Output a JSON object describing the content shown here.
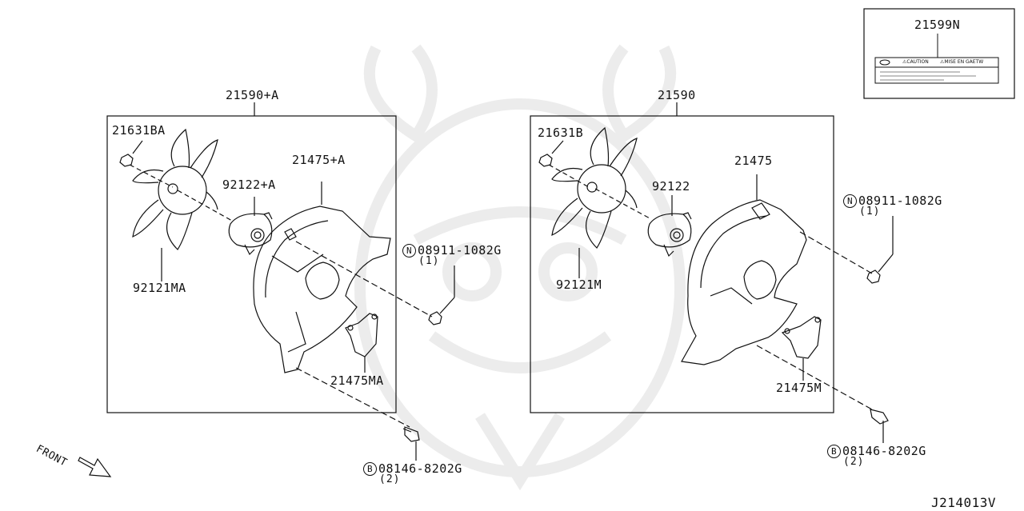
{
  "diagram_code": "J214013V",
  "front_label": "FRONT",
  "sticker": {
    "part": "21599N",
    "caution_text": "⚠CAUTION",
    "mise_text": "⚠MISE EN GAETW"
  },
  "left_assembly": {
    "assembly": "21590+A",
    "nut": "21631BA",
    "fan": "92121MA",
    "motor": "92122+A",
    "shroud": "21475+A",
    "shroud_sub": "21475MA",
    "nut_ref": {
      "prefix": "N",
      "code": "08911-1082G",
      "qty": "(1)"
    },
    "bolt_ref": {
      "prefix": "B",
      "code": "08146-8202G",
      "qty": "(2)"
    }
  },
  "right_assembly": {
    "assembly": "21590",
    "nut": "21631B",
    "fan": "92121M",
    "motor": "92122",
    "shroud": "21475",
    "shroud_sub": "21475M",
    "nut_ref": {
      "prefix": "N",
      "code": "08911-1082G",
      "qty": "(1)"
    },
    "bolt_ref": {
      "prefix": "B",
      "code": "08146-8202G",
      "qty": "(2)"
    }
  }
}
